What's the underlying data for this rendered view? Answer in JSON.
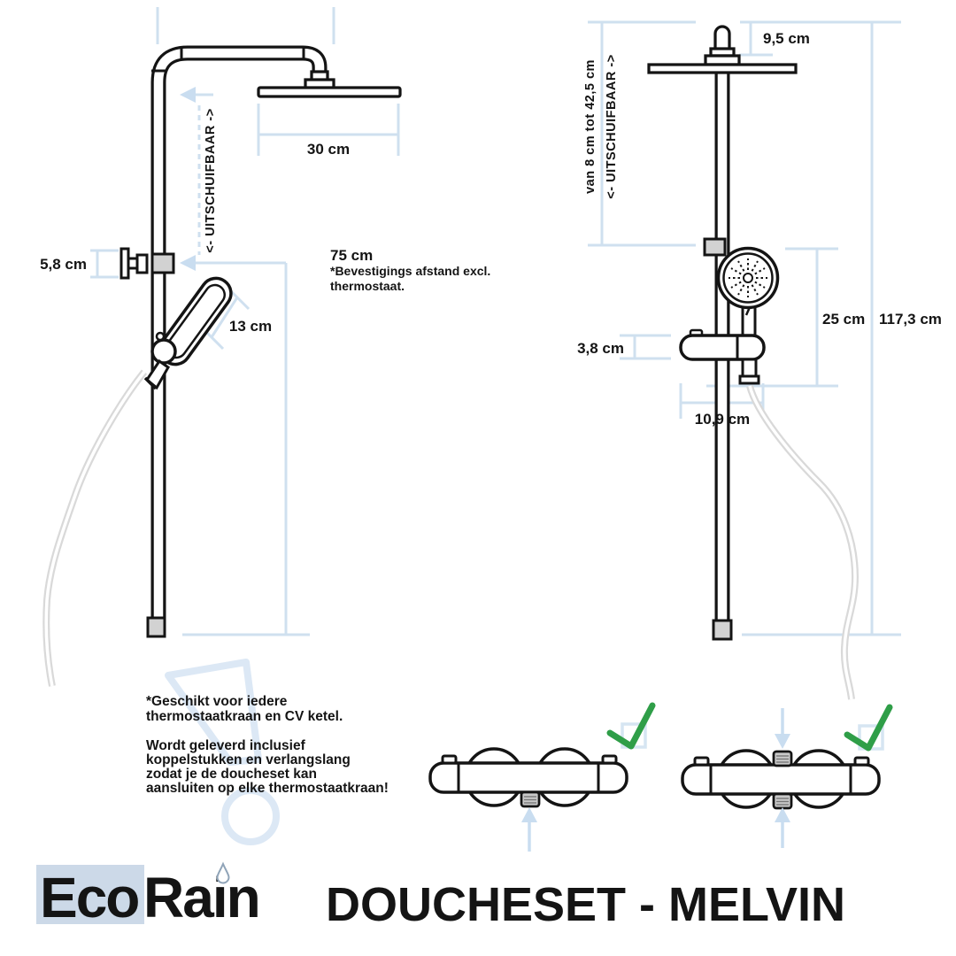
{
  "brand": {
    "logo_eco": "Eco",
    "logo_rain": "Rain",
    "product_title": "DOUCHESET - MELVIN"
  },
  "left_diagram": {
    "dim_head_width": "30 cm",
    "dim_wall_bracket": "5,8 cm",
    "dim_hand_shower": "13 cm",
    "dim_mount_value": "75 cm",
    "dim_mount_note_line1": "*Bevestigings afstand excl.",
    "dim_mount_note_line2": "thermostaat.",
    "extendable_label": "<- UITSCHUIFBAAR ->"
  },
  "right_diagram": {
    "dim_knob": "9,5 cm",
    "extend_range": "van 8 cm tot 42,5 cm",
    "extendable_label": "<- UITSCHUIFBAAR ->",
    "dim_hand_shower_height": "25 cm",
    "dim_total_height": "117,3 cm",
    "dim_valve": "3,8 cm",
    "dim_outlet_offset": "10,9 cm"
  },
  "notes": {
    "para1": [
      "*Geschikt voor iedere",
      "thermostaatkraan en CV ketel."
    ],
    "para2": [
      "Wordt geleverd inclusief",
      "koppelstukken en verlangslang",
      "zodat je de doucheset kan",
      "aansluiten op elke thermostaatkraan!"
    ]
  },
  "colors": {
    "accent_blue": "#cfe0ef",
    "arrow_blue": "#c9ddf0",
    "check_green": "#2f9e48",
    "logo_bg": "#ccd9e8",
    "gray_fill": "#d2d2d2",
    "hose_gray": "#d9d9d9",
    "ink": "#141414",
    "watermark": "#dce8f5"
  }
}
